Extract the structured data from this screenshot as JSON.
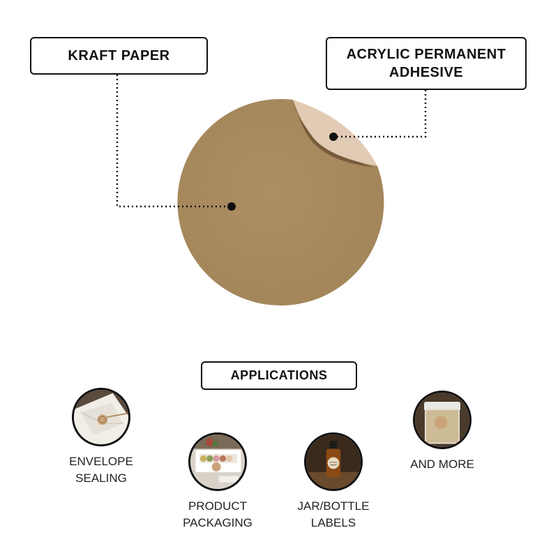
{
  "callouts": {
    "kraft": "KRAFT PAPER",
    "adhesive_line1": "ACRYLIC PERMANENT",
    "adhesive_line2": "ADHESIVE"
  },
  "applications": {
    "heading": "APPLICATIONS",
    "items": [
      {
        "line1": "ENVELOPE",
        "line2": "SEALING",
        "icon": "envelope-photo"
      },
      {
        "line1": "PRODUCT",
        "line2": "PACKAGING",
        "icon": "macaron-box-photo"
      },
      {
        "line1": "JAR/BOTTLE",
        "line2": "LABELS",
        "icon": "bottle-photo"
      },
      {
        "line1": "AND MORE",
        "line2": "",
        "icon": "jar-photo"
      }
    ]
  },
  "colors": {
    "kraft": "#a88a5e",
    "adhesive_backing": "#e2cbb5",
    "outline": "#111111"
  }
}
